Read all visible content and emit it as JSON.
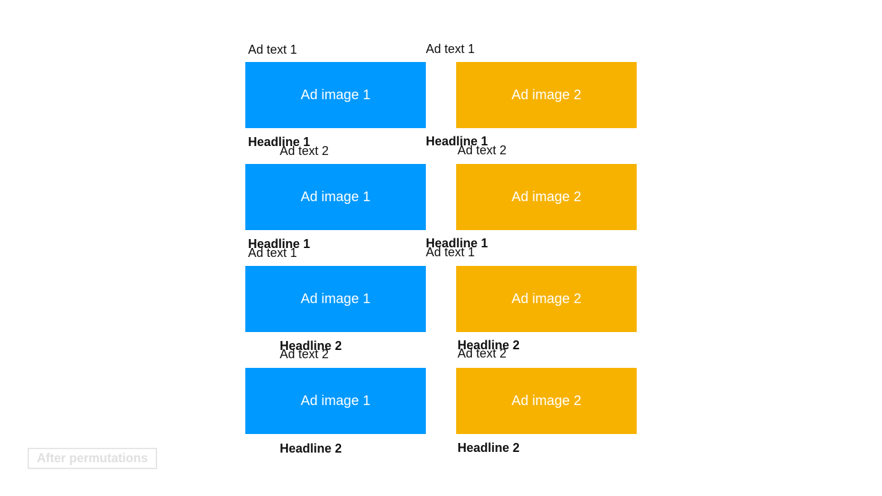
{
  "colors": {
    "image_1": "#0099ff",
    "image_2": "#f7b200"
  },
  "label": "After permutations",
  "ads": [
    {
      "text": "Ad text 1",
      "image": "Ad image 1",
      "headline": "Headline 1",
      "image_color": "image_1"
    },
    {
      "text": "Ad text 1",
      "image": "Ad image 2",
      "headline": "Headline 1",
      "image_color": "image_2"
    },
    {
      "text": "Ad text 2",
      "image": "Ad image 1",
      "headline": "Headline 1",
      "image_color": "image_1"
    },
    {
      "text": "Ad text 2",
      "image": "Ad image 2",
      "headline": "Headline 1",
      "image_color": "image_2"
    },
    {
      "text": "Ad text 1",
      "image": "Ad image 1",
      "headline": "Headline 2",
      "image_color": "image_1"
    },
    {
      "text": "Ad text 1",
      "image": "Ad image 2",
      "headline": "Headline 2",
      "image_color": "image_2"
    },
    {
      "text": "Ad text 2",
      "image": "Ad image 1",
      "headline": "Headline 2",
      "image_color": "image_1"
    },
    {
      "text": "Ad text 2",
      "image": "Ad image 2",
      "headline": "Headline 2",
      "image_color": "image_2"
    }
  ]
}
